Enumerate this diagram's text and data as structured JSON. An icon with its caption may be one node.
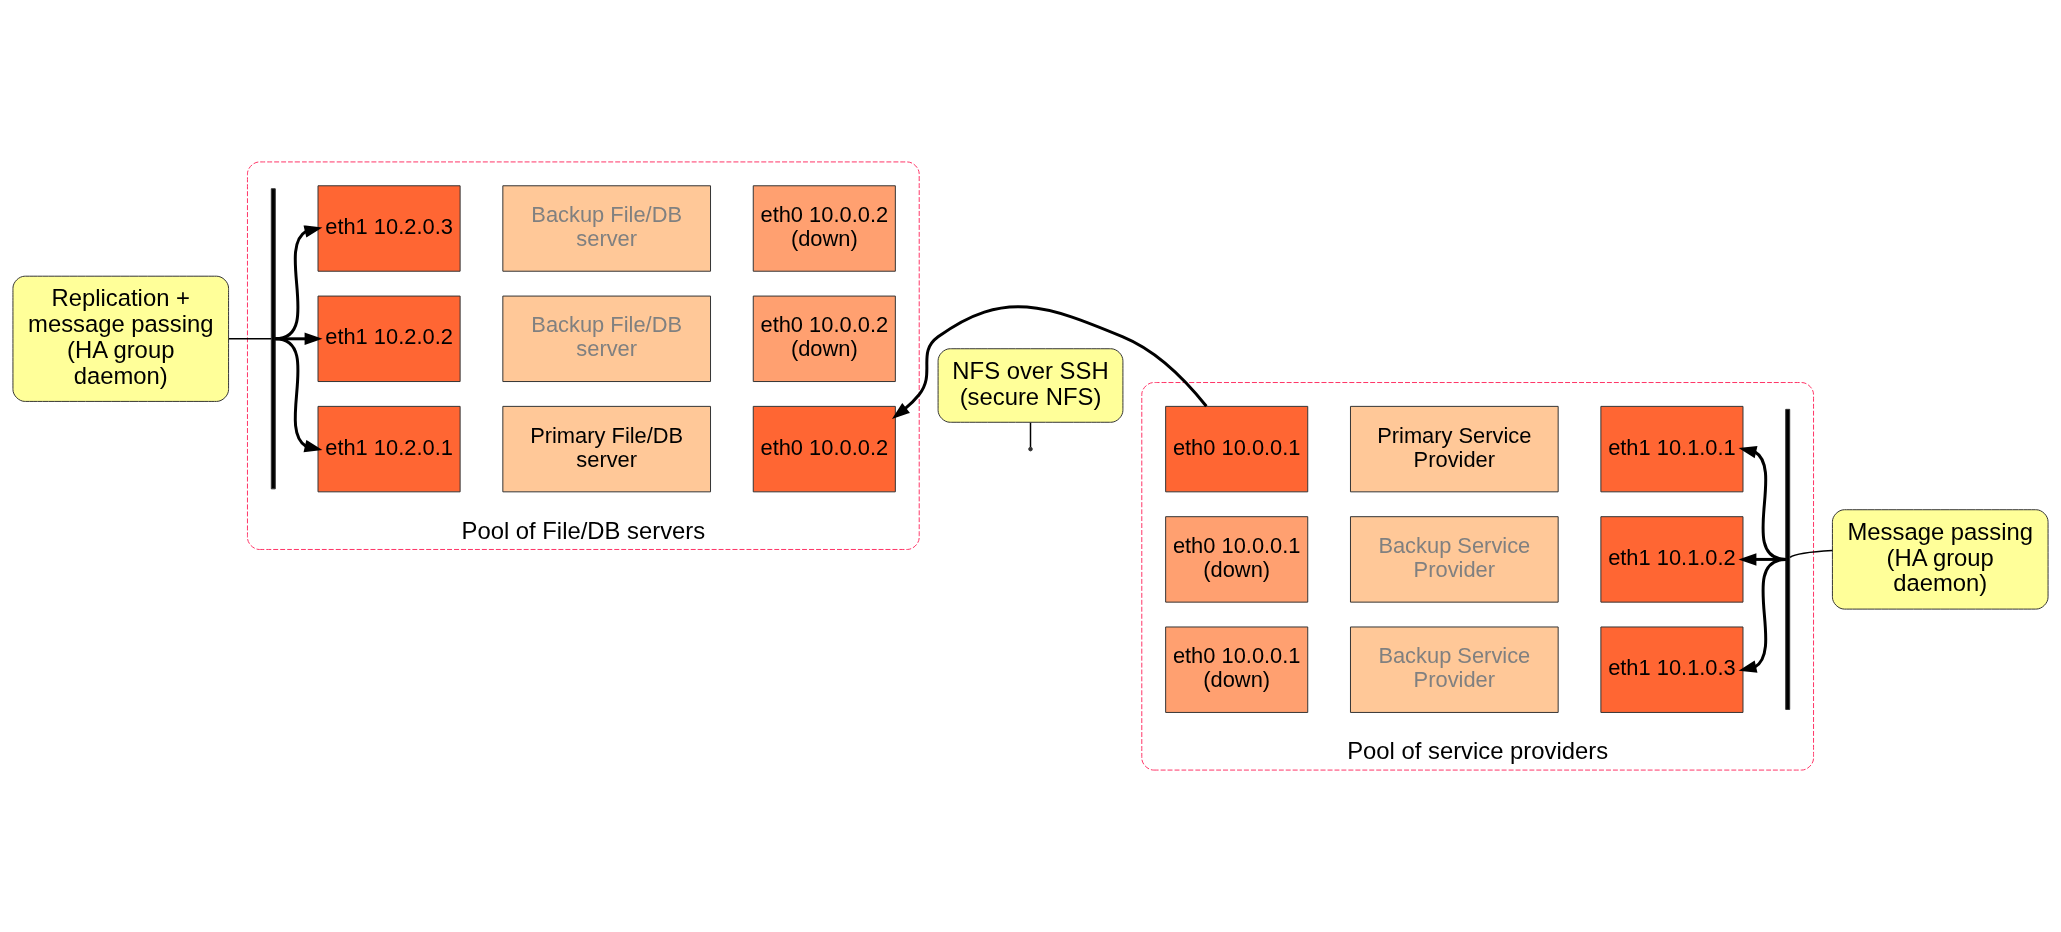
{
  "diagram": {
    "nodes": [
      {
        "text": [
          "Replication + message passing (HA group daemon)"
        ]
      },
      {
        "text": [
          "NFS over SSH (secure NFS)"
        ]
      },
      {
        "text": [
          "Message passing (HA group daemon)"
        ]
      },
      {
        "text": [
          "Pool of File/DB servers"
        ]
      },
      {
        "text": [],
        "shape": "bar",
        "in": 3
      },
      {
        "text": [
          "eth1 10.2.0.1"
        ],
        "in": 3
      },
      {
        "text": [
          "Primary File/DB server"
        ],
        "in": 3
      },
      {
        "text": [
          "eth0 10.0.0.2"
        ],
        "in": 3
      },
      {
        "text": [
          "eth1 10.2.0.2"
        ],
        "in": 3
      },
      {
        "text": [
          "Backup File/DB server"
        ],
        "in": 3
      },
      {
        "text": [
          "eth0 10.0.0.2 (down)"
        ],
        "in": 3
      },
      {
        "text": [
          "eth1 10.2.0.3"
        ],
        "in": 3
      },
      {
        "text": [
          "Backup File/DB server"
        ],
        "in": 3
      },
      {
        "text": [
          "eth0 10.0.0.2 (down)"
        ],
        "in": 3
      },
      {
        "text": [
          "Pool of service providers"
        ]
      },
      {
        "text": [
          "eth0 10.0.0.1"
        ],
        "in": 14
      },
      {
        "text": [
          "Primary Service Provider"
        ],
        "in": 14
      },
      {
        "text": [
          "eth1 10.1.0.1"
        ],
        "in": 14
      },
      {
        "text": [
          "eth0 10.0.0.1 (down)"
        ],
        "in": 14
      },
      {
        "text": [
          "Backup Service Provider"
        ],
        "in": 14
      },
      {
        "text": [
          "eth1 10.1.0.2"
        ],
        "in": 14
      },
      {
        "text": [
          "eth0 10.0.0.1 (down)"
        ],
        "in": 14
      },
      {
        "text": [
          "Backup Service Provider"
        ],
        "in": 14
      },
      {
        "text": [
          "eth1 10.1.0.3"
        ],
        "in": 14
      },
      {
        "text": [],
        "shape": "bar",
        "in": 14
      }
    ],
    "edges": [
      {
        "from": 15,
        "to": 7,
        "arrow": "to"
      },
      {
        "from": 4,
        "to": 5,
        "arrow": "to"
      },
      {
        "from": 4,
        "to": 8,
        "arrow": "to"
      },
      {
        "from": 4,
        "to": 11,
        "arrow": "to"
      },
      {
        "from": 24,
        "to": 17,
        "arrow": "to"
      },
      {
        "from": 24,
        "to": 20,
        "arrow": "to"
      },
      {
        "from": 24,
        "to": 23,
        "arrow": "to"
      },
      {
        "from": 0,
        "to": 4,
        "arrow": "none"
      },
      {
        "from": 1,
        "to": null,
        "arrow": "none"
      },
      {
        "from": 2,
        "to": 24,
        "arrow": "none"
      }
    ]
  }
}
